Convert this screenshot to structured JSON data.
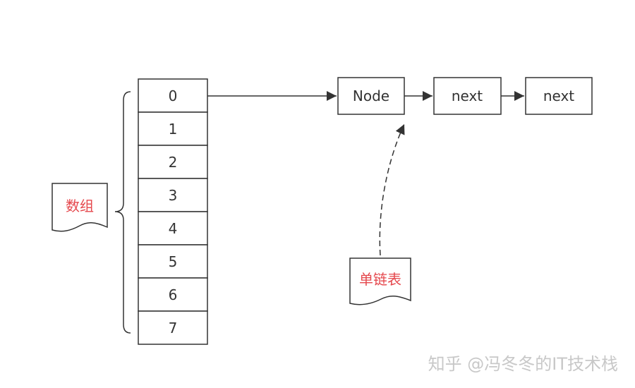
{
  "colors": {
    "stroke": "#333333",
    "text": "#333333",
    "label": "#e5484d",
    "watermark": "#c8c8c8"
  },
  "array": {
    "label": "数组",
    "cells": [
      "0",
      "1",
      "2",
      "3",
      "4",
      "5",
      "6",
      "7"
    ]
  },
  "linked_list": {
    "label": "单链表",
    "nodes": [
      "Node",
      "next",
      "next"
    ]
  },
  "watermark": "知乎 @冯冬冬的IT技术栈"
}
